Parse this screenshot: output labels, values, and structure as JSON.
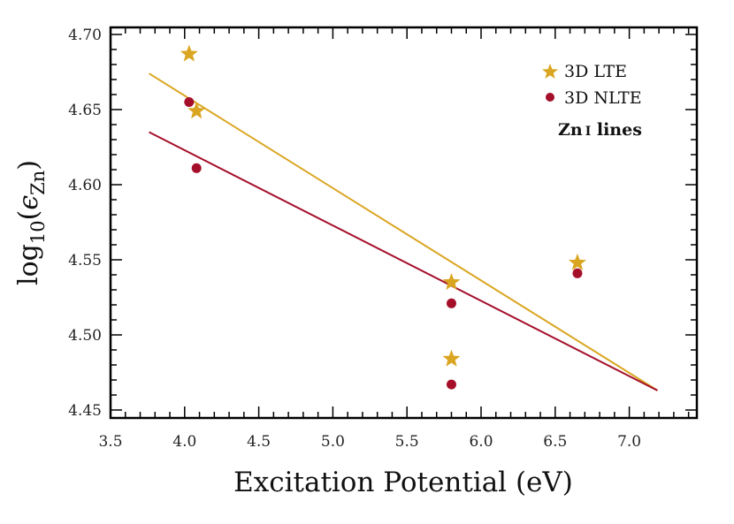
{
  "chart_data": {
    "type": "scatter",
    "title": "",
    "xlabel": "Excitation Potential (eV)",
    "ylabel": "log10(εZn)",
    "xlim": [
      3.5,
      7.46
    ],
    "ylim": [
      4.446,
      4.705
    ],
    "x_ticks": [
      3.5,
      4.0,
      4.5,
      5.0,
      5.5,
      6.0,
      6.5,
      7.0
    ],
    "x_tick_labels": [
      "3.5",
      "4.0",
      "4.5",
      "5.0",
      "5.5",
      "6.0",
      "6.5",
      "7.0"
    ],
    "y_ticks": [
      4.45,
      4.5,
      4.55,
      4.6,
      4.65,
      4.7
    ],
    "y_tick_labels": [
      "4.45",
      "4.50",
      "4.55",
      "4.60",
      "4.65",
      "4.70"
    ],
    "grid": false,
    "legend_position": "upper right",
    "annotation": "Zn I lines",
    "series": [
      {
        "name": "3D LTE",
        "marker": "star",
        "color": "#DAA520",
        "x": [
          4.03,
          4.08,
          5.8,
          5.8,
          6.65
        ],
        "y": [
          4.687,
          4.649,
          4.535,
          4.484,
          4.548
        ],
        "fit_line": {
          "x": [
            3.76,
            7.19
          ],
          "y": [
            4.674,
            4.463
          ]
        }
      },
      {
        "name": "3D NLTE",
        "marker": "circle",
        "color": "#A50F2A",
        "x": [
          4.03,
          4.08,
          5.8,
          5.8,
          6.65
        ],
        "y": [
          4.655,
          4.611,
          4.521,
          4.467,
          4.541
        ],
        "fit_line": {
          "x": [
            3.76,
            7.19
          ],
          "y": [
            4.635,
            4.463
          ]
        }
      }
    ]
  },
  "labels": {
    "xlabel": "Excitation Potential (eV)",
    "ylabel_main": "log",
    "ylabel_sub": "10",
    "ylabel_paren_open": "(",
    "ylabel_eps": "ϵ",
    "ylabel_eps_sub": "Zn",
    "ylabel_paren_close": ")",
    "legend_lte": "3D LTE",
    "legend_nlte": "3D NLTE",
    "annot_main": "Zn",
    "annot_roman": "I",
    "annot_rest": " lines"
  }
}
